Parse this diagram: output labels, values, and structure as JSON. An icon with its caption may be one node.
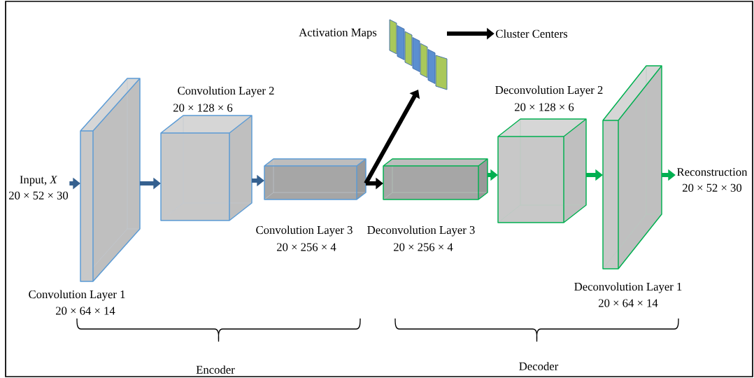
{
  "diagram": {
    "nodes": [
      {
        "text": [
          "Input, *X*",
          "20 × 52 × 30"
        ]
      },
      {
        "text": [
          "Convolution Layer 1",
          "20 × 64 × 14"
        ]
      },
      {
        "text": [
          "Convolution Layer 2",
          "20 × 128 × 6"
        ]
      },
      {
        "text": [
          "Convolution Layer 3",
          "20 × 256 × 4"
        ]
      },
      {
        "text": [
          "Activation Maps"
        ]
      },
      {
        "text": [
          "Cluster Centers"
        ]
      },
      {
        "text": [
          "Deconvolution Layer 3",
          "20 × 256 × 4"
        ]
      },
      {
        "text": [
          "Deconvolution Layer 2",
          "20 × 128 × 6"
        ]
      },
      {
        "text": [
          "Deconvolution Layer 1",
          "20 × 64 × 14"
        ]
      },
      {
        "text": [
          "Reconstruction",
          "20 × 52 × 30"
        ]
      }
    ],
    "edges": [
      {
        "from": 0,
        "to": 1,
        "arrow": "to",
        "color": "#35608f"
      },
      {
        "from": 1,
        "to": 2,
        "arrow": "to",
        "color": "#35608f"
      },
      {
        "from": 2,
        "to": 3,
        "arrow": "to",
        "color": "#35608f"
      },
      {
        "from": 3,
        "to": 6,
        "arrow": "to",
        "color": "#000000"
      },
      {
        "from": 3,
        "to": 4,
        "arrow": "to",
        "color": "#000000"
      },
      {
        "from": 4,
        "to": 5,
        "arrow": "to",
        "color": "#000000"
      },
      {
        "from": 6,
        "to": 7,
        "arrow": "to",
        "color": "#00b050"
      },
      {
        "from": 7,
        "to": 8,
        "arrow": "to",
        "color": "#00b050"
      },
      {
        "from": 8,
        "to": 9,
        "arrow": "to",
        "color": "#00b050"
      }
    ],
    "labels": [
      "Encoder",
      "Decoder"
    ]
  }
}
